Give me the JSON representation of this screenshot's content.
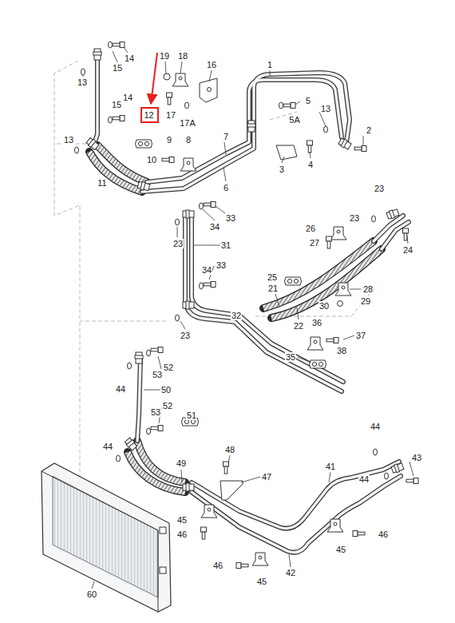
{
  "diagram": {
    "nodes": [
      {
        "text": [
          "12"
        ]
      }
    ],
    "labels": [
      "13",
      "14",
      "15",
      "19",
      "18",
      "16",
      "1",
      "17",
      "17A",
      "5",
      "5A",
      "13",
      "14",
      "15",
      "2",
      "13",
      "9",
      "8",
      "7",
      "10",
      "11",
      "3",
      "4",
      "6",
      "23",
      "33",
      "23",
      "34",
      "26",
      "24",
      "27",
      "23",
      "31",
      "34",
      "33",
      "25",
      "21",
      "28",
      "29",
      "30",
      "22",
      "32",
      "23",
      "36",
      "37",
      "38",
      "35",
      "52",
      "53",
      "44",
      "50",
      "52",
      "53",
      "51",
      "44",
      "48",
      "44",
      "43",
      "49",
      "41",
      "44",
      "47",
      "45",
      "46",
      "46",
      "45",
      "46",
      "45",
      "42",
      "60"
    ]
  }
}
